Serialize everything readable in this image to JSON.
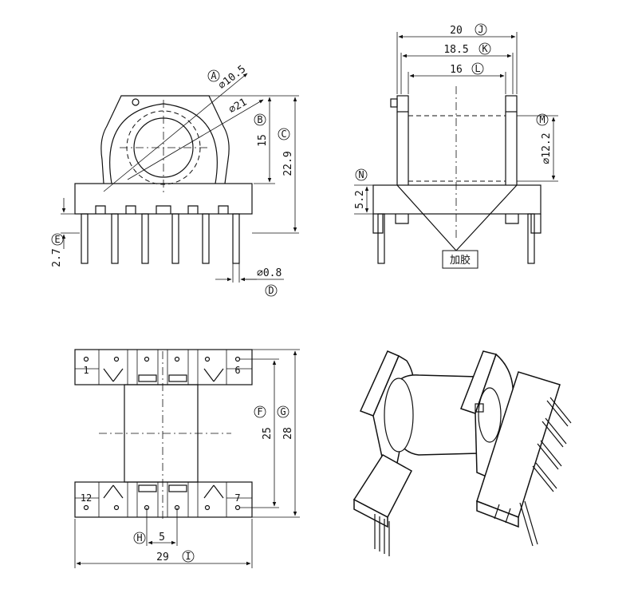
{
  "front_view": {
    "dims": {
      "hole_dia": "⌀10.5",
      "outer_dia": "⌀21",
      "height_15": "15",
      "height_22_9": "22.9",
      "pin_len": "2.7",
      "pin_dia": "⌀0.8"
    },
    "tags": {
      "A": "A",
      "B": "B",
      "C": "C",
      "D": "D",
      "E": "E"
    }
  },
  "side_view": {
    "dims": {
      "w20": "20",
      "w18_5": "18.5",
      "w16": "16",
      "dia12_2": "⌀12.2",
      "h5_2": "5.2"
    },
    "tags": {
      "J": "J",
      "K": "K",
      "L": "L",
      "M": "M",
      "N": "N"
    },
    "glue_label": "加胶"
  },
  "bottom_view": {
    "dims": {
      "h25": "25",
      "h28": "28",
      "pitch5": "5",
      "w29": "29"
    },
    "tags": {
      "F": "F",
      "G": "G",
      "H": "H",
      "I": "I"
    },
    "pins": {
      "p1": "1",
      "p6": "6",
      "p7": "7",
      "p12": "12"
    }
  }
}
